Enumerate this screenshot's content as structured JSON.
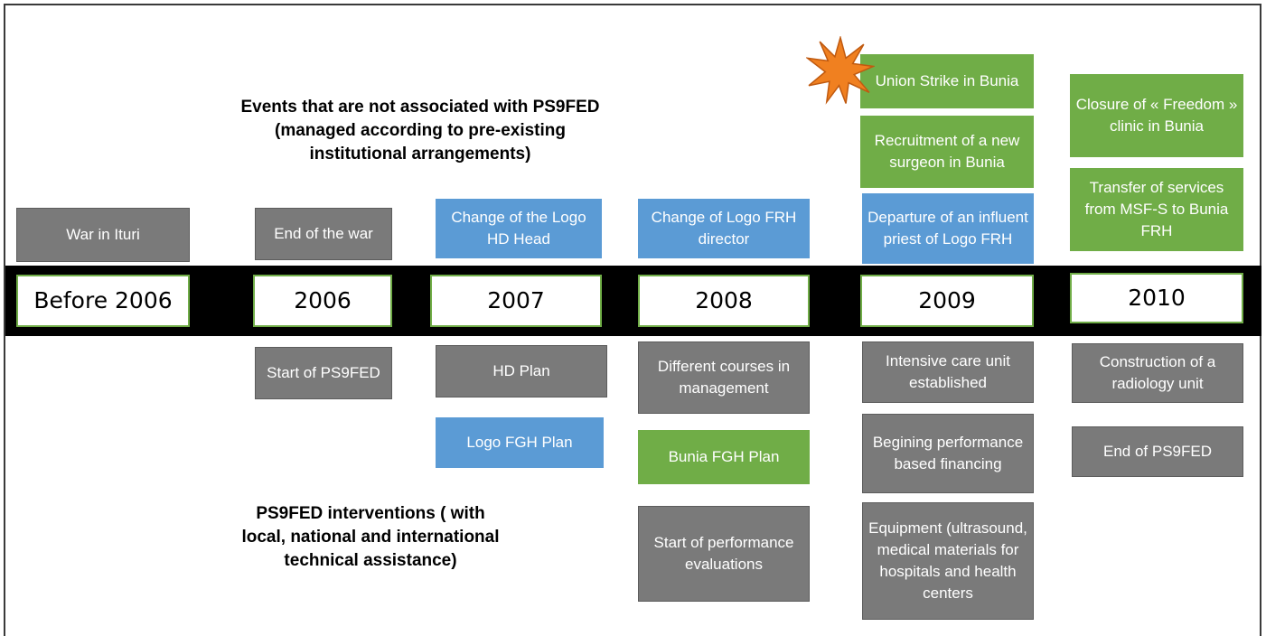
{
  "top_heading": {
    "line1": "Events that are not associated with PS9FED",
    "line2": "(managed according to pre-existing",
    "line3": "institutional arrangements)"
  },
  "bottom_heading": {
    "line1": "PS9FED interventions ( with",
    "line2": "local, national and international",
    "line3": "technical assistance)"
  },
  "years": [
    "Before 2006",
    "2006",
    "2007",
    "2008",
    "2009",
    "2010"
  ],
  "events_above": {
    "war_in_ituri": "War in Ituri",
    "end_of_war": "End of the war",
    "change_hd_head": "Change of the Logo HD Head",
    "change_frh_director": "Change of Logo FRH director",
    "departure_priest": "Departure of an influent priest of Logo FRH",
    "recruitment_surgeon": "Recruitment of a new surgeon in Bunia",
    "union_strike": "Union Strike in Bunia",
    "closure_freedom": "Closure of « Freedom » clinic in Bunia",
    "transfer_services": "Transfer of services from MSF-S to Bunia FRH"
  },
  "interventions_below": {
    "start_ps9fed": "Start of PS9FED",
    "hd_plan": "HD Plan",
    "logo_fgh_plan": "Logo FGH Plan",
    "different_courses": "Different courses in management",
    "bunia_fgh_plan": "Bunia FGH Plan",
    "start_evaluations": "Start of performance evaluations",
    "icu_established": "Intensive care unit established",
    "pbf_beginning": "Begining performance based financing",
    "equipment": "Equipment (ultrasound, medical materials for hospitals and health centers",
    "radiology_unit": "Construction of a radiology unit",
    "end_ps9fed": "End of PS9FED"
  },
  "colors": {
    "gray": "#7a7a7a",
    "blue": "#5b9bd5",
    "green": "#70ad47",
    "band": "#000000",
    "star": "#f08020"
  },
  "icons": {
    "star": "starburst-icon"
  }
}
